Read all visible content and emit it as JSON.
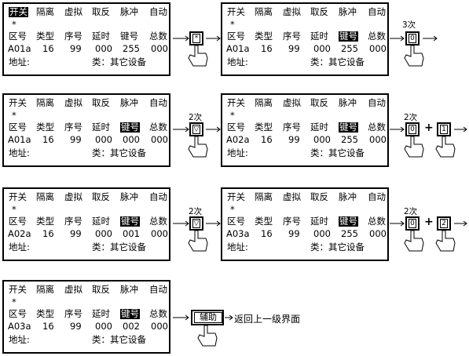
{
  "menu": [
    "开关",
    "隔离",
    "虚拟",
    "取反",
    "脉冲",
    "自动"
  ],
  "star": "*",
  "headers": [
    "区号",
    "类型",
    "序号",
    "延时",
    "键号",
    "总数"
  ],
  "address_label": "地址:",
  "class_label": "类：其它设备",
  "screens": [
    {
      "highlight": "menu0",
      "values": [
        "A01a",
        "16",
        "99",
        "000",
        "255",
        "000"
      ]
    },
    {
      "highlight": "key",
      "values": [
        "A01a",
        "16",
        "99",
        "000",
        "255",
        "000"
      ]
    },
    {
      "highlight": "key",
      "values": [
        "A01a",
        "16",
        "99",
        "000",
        "000",
        "000"
      ]
    },
    {
      "highlight": "key",
      "values": [
        "A02a",
        "16",
        "99",
        "000",
        "255",
        "000"
      ]
    },
    {
      "highlight": "key",
      "values": [
        "A02a",
        "16",
        "99",
        "000",
        "001",
        "000"
      ]
    },
    {
      "highlight": "key",
      "values": [
        "A03a",
        "16",
        "99",
        "000",
        "255",
        "000"
      ]
    },
    {
      "highlight": "key",
      "values": [
        "A03a",
        "16",
        "99",
        "000",
        "002",
        "000"
      ]
    }
  ],
  "keys": {
    "star": "*",
    "zero": "0",
    "one": "1",
    "two": "2",
    "down": "▽",
    "aux": "辅助"
  },
  "counts": {
    "three": "3次",
    "two_a": "2次",
    "two_b": "2次",
    "two_c": "2次",
    "two_d": "2次"
  },
  "plus": "+",
  "return_caption": "返回上一级界面"
}
